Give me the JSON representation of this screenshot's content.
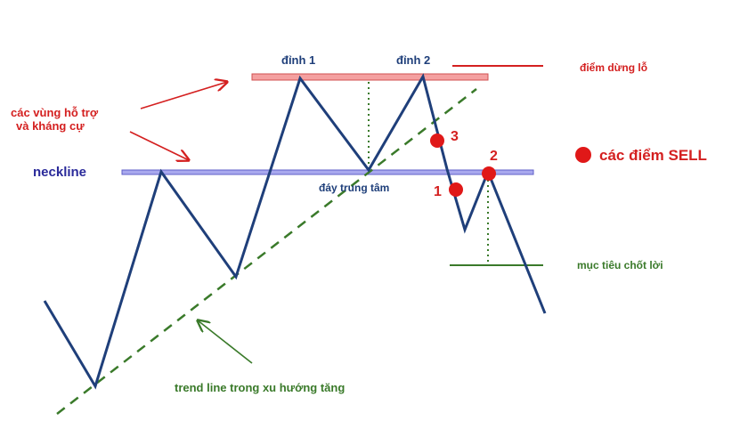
{
  "labels": {
    "peak1": "đỉnh 1",
    "peak2": "đỉnh 2",
    "stop_loss": "điểm dừng lỗ",
    "support_resistance_line1": "các vùng hỗ trợ",
    "support_resistance_line2": "và kháng cự",
    "neckline": "neckline",
    "center_bottom": "đáy trung tâm",
    "sell_points": "các điểm SELL",
    "target": "mục tiêu chốt lời",
    "trendline": "trend line trong xu hướng tăng",
    "point1": "1",
    "point2": "2",
    "point3": "3"
  },
  "colors": {
    "price_line": "#1f3f7a",
    "resistance_fill": "#f4a0a0",
    "resistance_stroke": "#d05050",
    "neckline_fill": "#a8a8ee",
    "neckline_stroke": "#6060c8",
    "red": "#d42020",
    "green": "#3a7a2a",
    "sell_dot": "#e01818",
    "neckline_text": "#2a2a9a",
    "bottom_text": "#1f3f7a"
  },
  "icons": {
    "sell_marker": "red-dot-icon",
    "arrows": "arrow-icon"
  }
}
